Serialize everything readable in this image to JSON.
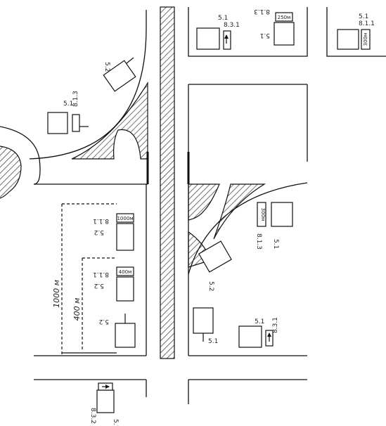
{
  "signs": {
    "s_5_1": "5.1",
    "s_5_2": "5.2",
    "s_8_1_1": "8.1.1",
    "s_8_1_3": "8.1.3",
    "s_8_3_1": "8.3.1",
    "s_8_3_2": "8.3.2"
  },
  "plates": {
    "d1000": "1000м",
    "d400": "400м",
    "d300": "300м",
    "d250": "250м"
  },
  "distances": {
    "far": "1000 м",
    "near": "400 м"
  },
  "colors": {
    "line": "#111111",
    "hatch": "#333333",
    "background": "#ffffff"
  }
}
